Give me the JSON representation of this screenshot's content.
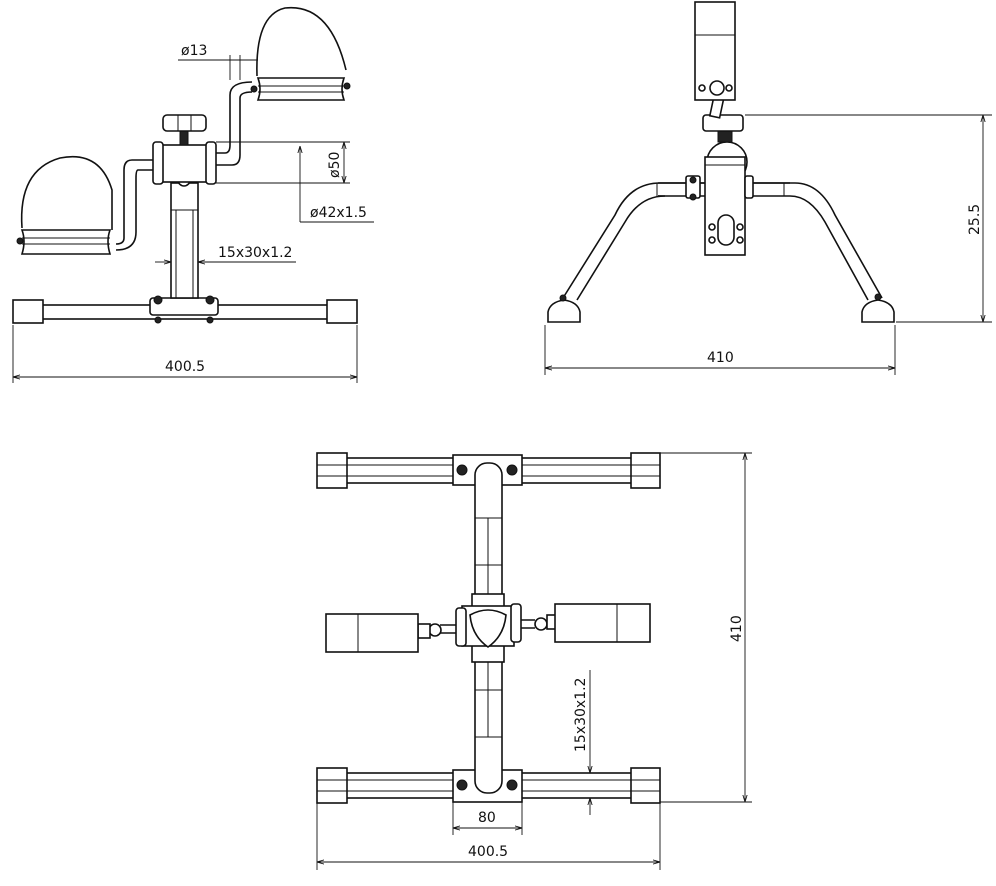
{
  "colors": {
    "line": "#111111",
    "background": "#ffffff"
  },
  "side_view": {
    "pedal_rod_diameter": "ø13",
    "hub_diameter": "ø50",
    "tube_spec": "ø42x1.5",
    "column_tube": "15x30x1.2",
    "base_width": "400.5"
  },
  "front_view": {
    "height": "25.5",
    "width": "410"
  },
  "top_view": {
    "length": "410",
    "tube_spec": "15x30x1.2",
    "plate_width": "80",
    "base_width": "400.5"
  }
}
